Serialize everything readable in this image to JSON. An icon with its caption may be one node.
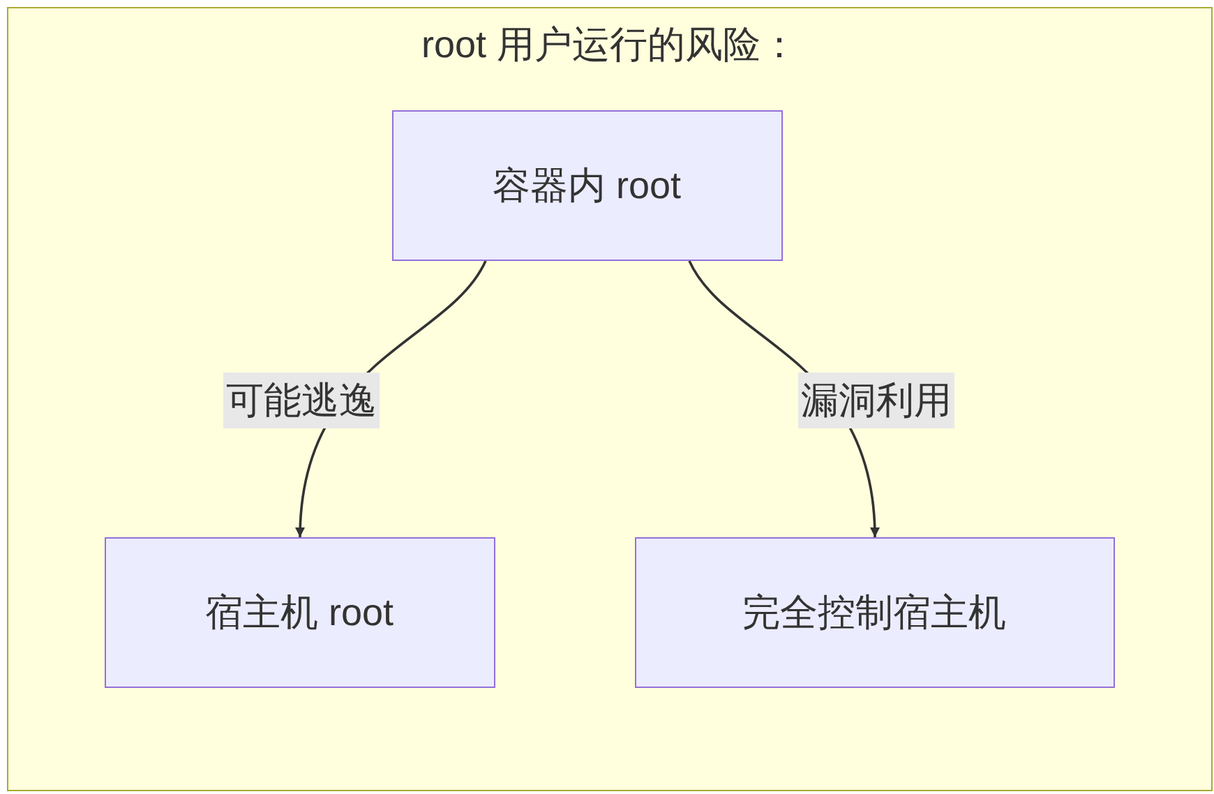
{
  "diagram": {
    "nodes": [
      {
        "text": [
          "root 用户运行的风险："
        ]
      },
      {
        "text": [
          "容器内 root"
        ],
        "in": 0
      },
      {
        "text": [
          "宿主机 root"
        ],
        "in": 0
      },
      {
        "text": [
          "完全控制宿主机"
        ],
        "in": 0
      }
    ],
    "edges": [
      {
        "from": 1,
        "to": 2,
        "arrow": "to",
        "label": "可能逃逸"
      },
      {
        "from": 1,
        "to": 3,
        "arrow": "to",
        "label": "漏洞利用"
      }
    ]
  }
}
